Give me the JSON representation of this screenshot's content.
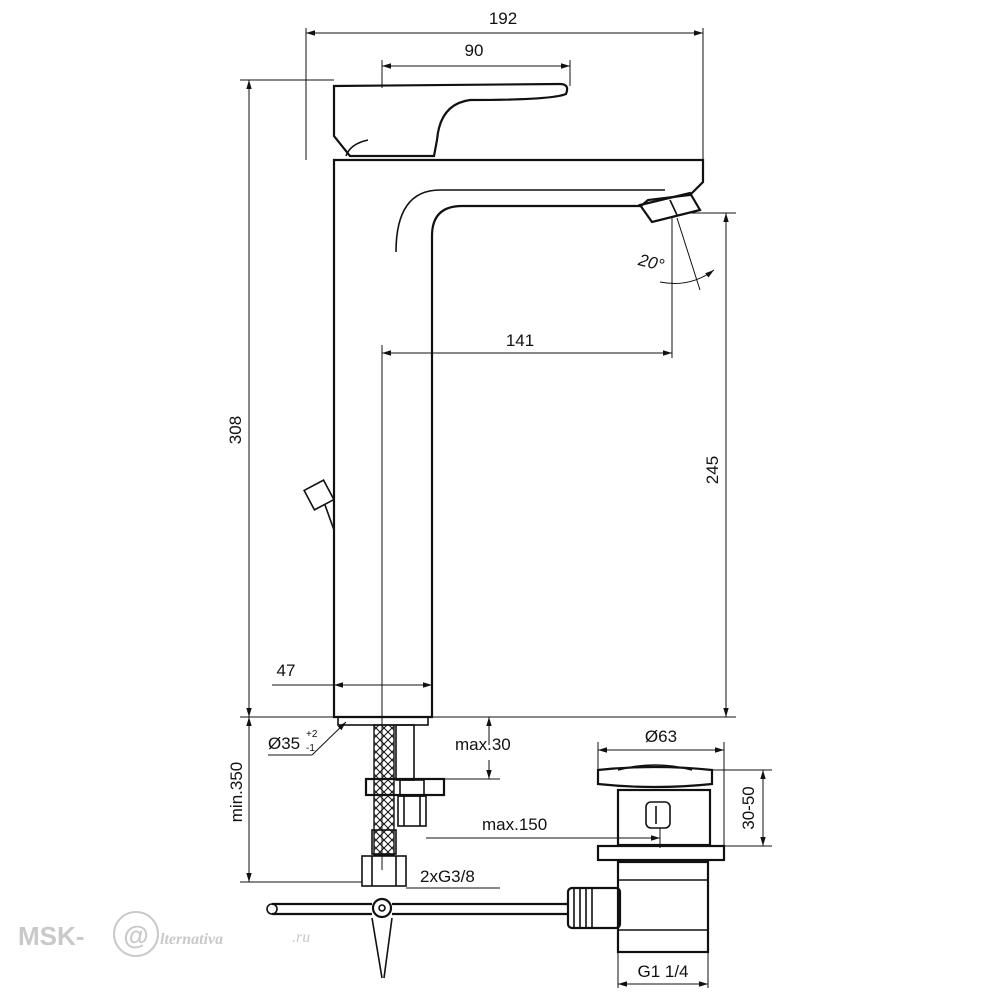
{
  "dimensions": {
    "total_width": "192",
    "lever_width": "90",
    "spout_reach": "141",
    "total_height": "308",
    "spout_height": "245",
    "base_width": "47",
    "angle": "20°",
    "hole_diameter": "Ø35",
    "hole_tol_plus": "+2",
    "hole_tol_minus": "-1",
    "max_thickness": "max.30",
    "min_hose": "min.350",
    "max_drain": "max.150",
    "connections": "2xG3/8",
    "waste_diameter": "Ø63",
    "waste_height": "30-50",
    "waste_thread": "G1 1/4"
  },
  "watermark": {
    "prefix": "MSK-",
    "symbol": "@",
    "suffix": "lternativa",
    "tld": ".ru"
  },
  "colors": {
    "line": "#111111",
    "watermark": "#c9c9c9"
  }
}
